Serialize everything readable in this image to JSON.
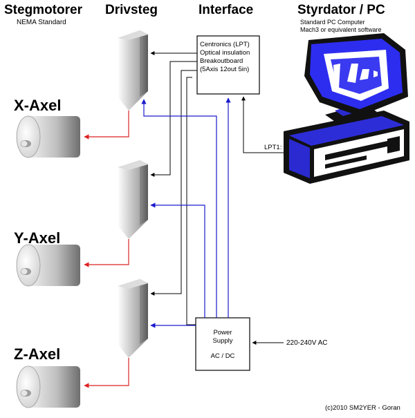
{
  "headers": {
    "stegmotorer": "Stegmotorer",
    "drivsteg": "Drivsteg",
    "interface": "Interface",
    "styrdator": "Styrdator / PC"
  },
  "subheaders": {
    "nema": "NEMA Standard",
    "pc_line1": "Standard PC Computer",
    "pc_line2": "Mach3 or equivalent software"
  },
  "axes": {
    "x": "X-Axel",
    "y": "Y-Axel",
    "z": "Z-Axel"
  },
  "interface_box": {
    "line1": "Centronics (LPT)",
    "line2": "Optical insulation",
    "line3": "Breakoutboard",
    "line4": "(5Axis 12out 5in)"
  },
  "power_box": {
    "line1": "Power",
    "line2": "Supply",
    "line3": "AC / DC"
  },
  "lpt_label": "LPT1:",
  "mains_label": "220-240V AC",
  "copyright": "(c)2010 SM2YER - Goran",
  "colors": {
    "signal": "#000000",
    "power": "#1a1acc",
    "motor": "#dd2222",
    "monitor": "#3a3af0"
  }
}
